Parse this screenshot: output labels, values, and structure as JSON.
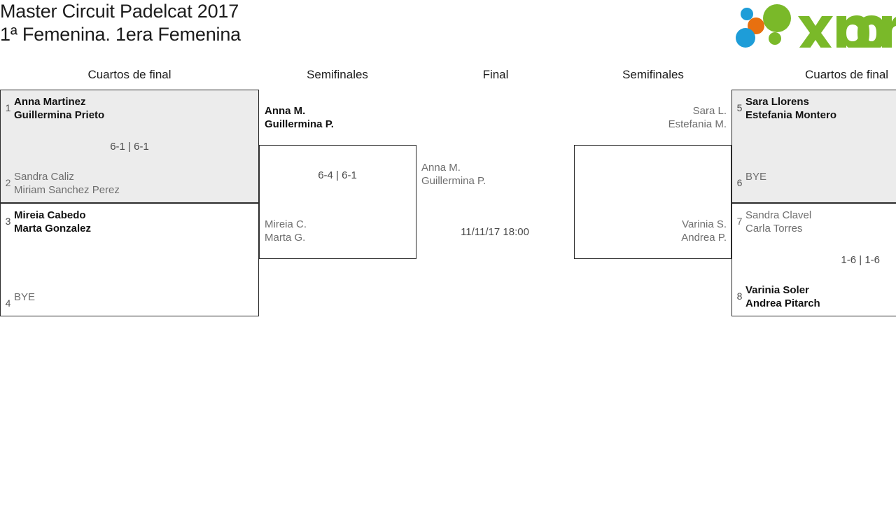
{
  "header": {
    "title_line1": "Master Circuit Padelcat 2017",
    "title_line2": "1ª Femenina. 1era Femenina",
    "logo": {
      "wordmark": "xporty",
      "colors": {
        "green": "#7ab929",
        "blue": "#1e9dd8",
        "orange": "#e8700f"
      }
    }
  },
  "rounds": [
    {
      "key": "qf_left",
      "label": "Cuartos de final"
    },
    {
      "key": "sf_left",
      "label": "Semifinales"
    },
    {
      "key": "final",
      "label": "Final"
    },
    {
      "key": "sf_right",
      "label": "Semifinales"
    },
    {
      "key": "qf_right",
      "label": "Cuartos de final"
    }
  ],
  "matches": {
    "qf_left_1": {
      "score": "6-1 | 6-1",
      "top": {
        "seed": "1",
        "name1": "Anna Martinez",
        "name2": "Guillermina Prieto",
        "result": "winner"
      },
      "bottom": {
        "seed": "2",
        "name1": "Sandra Caliz",
        "name2": "Miriam Sanchez Perez",
        "result": "loser"
      }
    },
    "qf_left_2": {
      "score": "",
      "top": {
        "seed": "3",
        "name1": "Mireia Cabedo",
        "name2": "Marta Gonzalez",
        "result": "winner"
      },
      "bottom": {
        "seed": "4",
        "name1": "BYE",
        "name2": "",
        "result": "bye"
      }
    },
    "sf_left": {
      "score": "6-4 | 6-1",
      "top": {
        "seed": "",
        "name1": "Anna M.",
        "name2": "Guillermina P.",
        "result": "winner"
      },
      "bottom": {
        "seed": "",
        "name1": "Mireia C.",
        "name2": "Marta G.",
        "result": "loser"
      }
    },
    "final": {
      "score": "11/11/17 18:00",
      "top": {
        "seed": "",
        "name1": "Anna M.",
        "name2": "Guillermina P.",
        "result": "pending"
      }
    },
    "sf_right": {
      "score": "",
      "top": {
        "seed": "",
        "name1": "Sara L.",
        "name2": "Estefania M.",
        "result": "pending"
      },
      "bottom": {
        "seed": "",
        "name1": "Varinia S.",
        "name2": "Andrea P.",
        "result": "pending"
      }
    },
    "qf_right_1": {
      "score": "",
      "top": {
        "seed": "5",
        "name1": "Sara Llorens",
        "name2": "Estefania Montero",
        "result": "winner"
      },
      "bottom": {
        "seed": "6",
        "name1": "BYE",
        "name2": "",
        "result": "bye"
      }
    },
    "qf_right_2": {
      "score": "1-6 | 1-6",
      "top": {
        "seed": "7",
        "name1": "Sandra Clavel",
        "name2": "Carla Torres",
        "result": "loser"
      },
      "bottom": {
        "seed": "8",
        "name1": "Varinia Soler",
        "name2": "Andrea Pitarch",
        "result": "winner"
      }
    }
  }
}
